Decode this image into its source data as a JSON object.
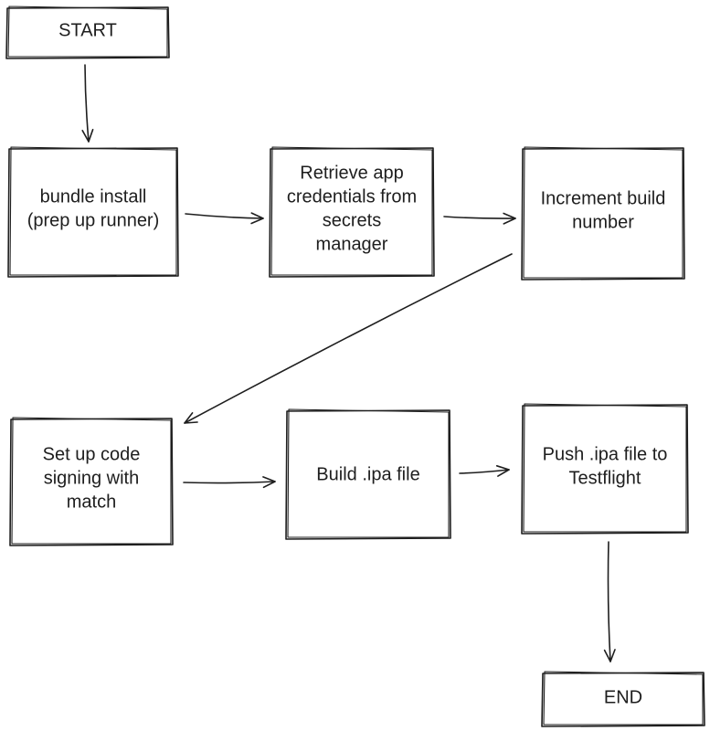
{
  "diagram": {
    "nodes": [
      {
        "id": "start",
        "lines": [
          "START"
        ]
      },
      {
        "id": "bundle",
        "lines": [
          "bundle install",
          "(prep up runner)"
        ]
      },
      {
        "id": "retrieve",
        "lines": [
          "Retrieve app",
          "credentials from",
          "secrets",
          "manager"
        ]
      },
      {
        "id": "increment",
        "lines": [
          "Increment build",
          "number"
        ]
      },
      {
        "id": "codesign",
        "lines": [
          "Set up code",
          "signing with",
          "match"
        ]
      },
      {
        "id": "build",
        "lines": [
          "Build .ipa file"
        ]
      },
      {
        "id": "push",
        "lines": [
          "Push .ipa file to",
          "Testflight"
        ]
      },
      {
        "id": "end",
        "lines": [
          "END"
        ]
      }
    ],
    "edges": [
      {
        "from": "start",
        "to": "bundle"
      },
      {
        "from": "bundle",
        "to": "retrieve"
      },
      {
        "from": "retrieve",
        "to": "increment"
      },
      {
        "from": "increment",
        "to": "codesign"
      },
      {
        "from": "codesign",
        "to": "build"
      },
      {
        "from": "build",
        "to": "push"
      },
      {
        "from": "push",
        "to": "end"
      }
    ]
  }
}
